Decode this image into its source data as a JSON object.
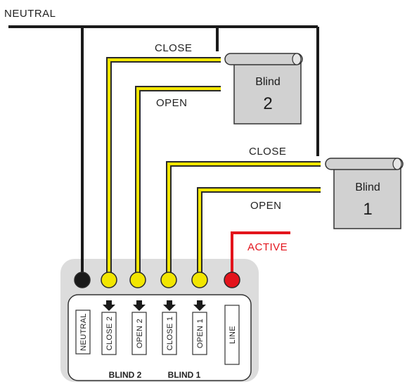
{
  "labels": {
    "neutral": "NEUTRAL",
    "active": "ACTIVE",
    "blind2_close": "CLOSE",
    "blind2_open": "OPEN",
    "blind1_close": "CLOSE",
    "blind1_open": "OPEN"
  },
  "blinds": {
    "blind2": {
      "title": "Blind",
      "number": "2"
    },
    "blind1": {
      "title": "Blind",
      "number": "1"
    }
  },
  "terminals": [
    "NEUTRAL",
    "CLOSE 2",
    "OPEN 2",
    "CLOSE 1",
    "OPEN 1",
    "LINE"
  ],
  "groups": {
    "blind2": "BLIND 2",
    "blind1": "BLIND 1"
  },
  "colors": {
    "neutral_wire": "#1a1a1a",
    "switched_wire": "#f2e600",
    "active_wire": "#e3141c",
    "blind_fill": "#d1d1d1",
    "housing_fill": "#dcdcdc"
  }
}
